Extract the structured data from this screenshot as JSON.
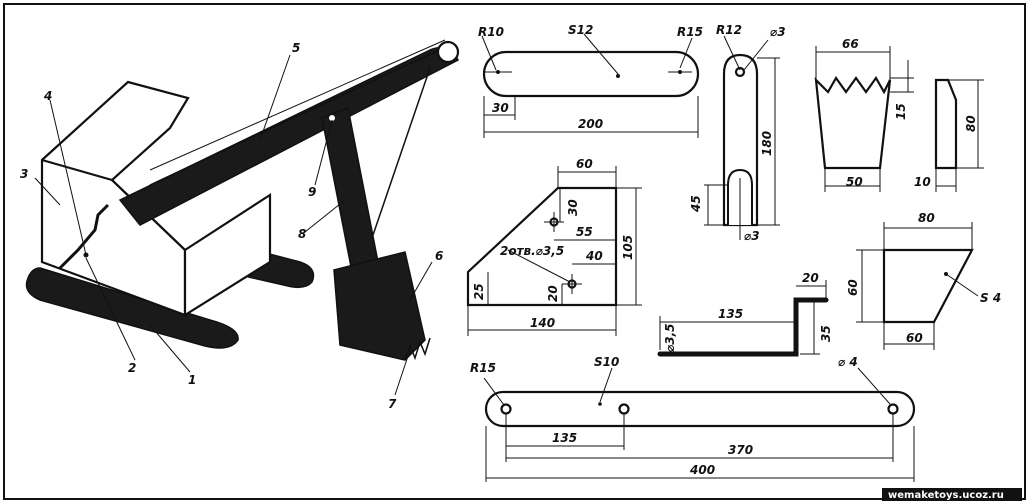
{
  "labels": {
    "l1": "1",
    "l2": "2",
    "l3": "3",
    "l4": "4",
    "l5": "5",
    "l6": "6",
    "l7": "7",
    "l8": "8",
    "l9": "9"
  },
  "dims": {
    "r10": "R10",
    "s12": "S12",
    "r15a": "R15",
    "d30": "30",
    "d200": "200",
    "r12": "R12",
    "dia3a": "⌀3",
    "d180": "180",
    "d45": "45",
    "dia3b": "⌀3",
    "d66": "66",
    "d15": "15",
    "d50": "50",
    "d80v": "80",
    "d10": "10",
    "d60a": "60",
    "d30b": "30",
    "d55": "55",
    "holes": "2отв.⌀3,5",
    "d40": "40",
    "d20a": "20",
    "d25": "25",
    "d105": "105",
    "d140": "140",
    "d20b": "20",
    "d135a": "135",
    "dia35": "⌀3,5",
    "d35": "35",
    "d80h": "80",
    "d60v": "60",
    "s4": "S 4",
    "d60b": "60",
    "r15b": "R15",
    "s10": "S10",
    "dia4": "⌀ 4",
    "d135b": "135",
    "d370": "370",
    "d400": "400"
  },
  "watermark": "wemaketoys.ucoz.ru"
}
